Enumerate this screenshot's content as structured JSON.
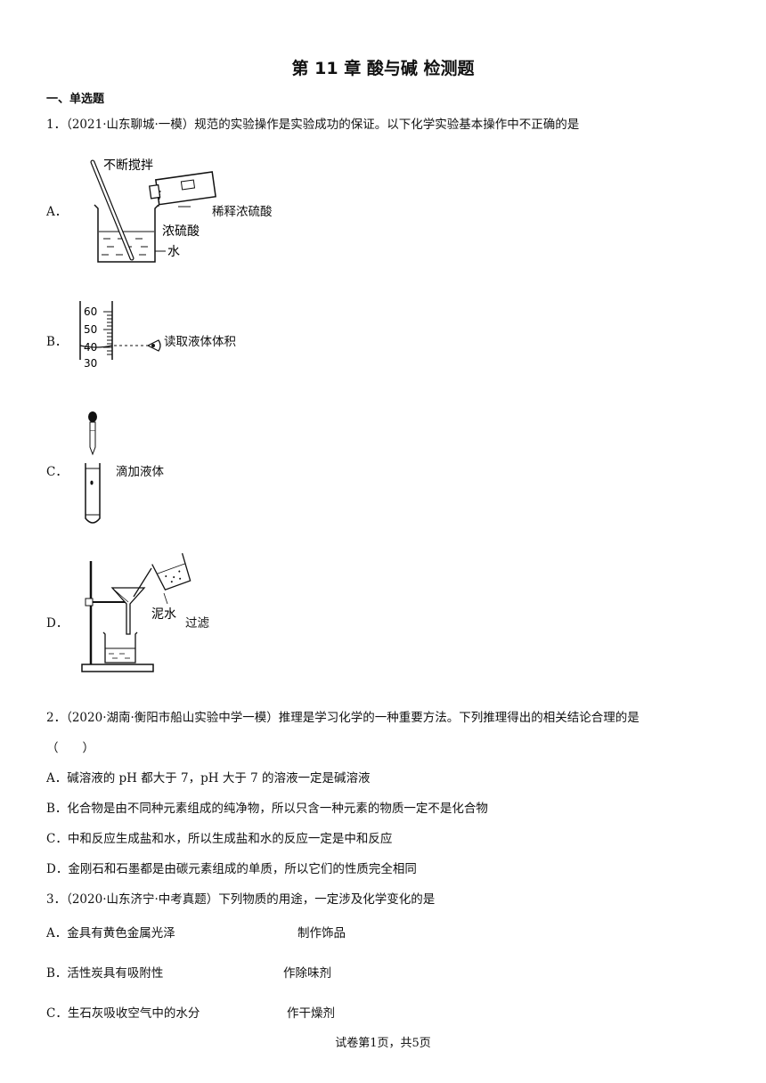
{
  "title": "第 11 章  酸与碱  检测题",
  "section_one": "一、单选题",
  "q1": {
    "stem": "1．（2021·山东聊城·一模）规范的实验操作是实验成功的保证。以下化学实验基本操作中不正确的是",
    "options": [
      {
        "letter": "A．",
        "caption": "稀释浓硫酸",
        "fig_labels": [
          "不断搅拌",
          "浓硫酸",
          "水"
        ]
      },
      {
        "letter": "B．",
        "caption": "读取液体体积",
        "fig_labels": [
          "60",
          "50",
          "40",
          "30"
        ]
      },
      {
        "letter": "C．",
        "caption": "滴加液体"
      },
      {
        "letter": "D．",
        "caption": "过滤",
        "fig_labels": [
          "泥水"
        ]
      }
    ]
  },
  "q2": {
    "stem": "2．（2020·湖南·衡阳市船山实验中学一模）推理是学习化学的一种重要方法。下列推理得出的相关结论合理的是",
    "bracket": "（　　）",
    "options": [
      "A．碱溶液的 pH 都大于 7，pH 大于 7 的溶液一定是碱溶液",
      "B．化合物是由不同种元素组成的纯净物，所以只含一种元素的物质一定不是化合物",
      "C．中和反应生成盐和水，所以生成盐和水的反应一定是中和反应",
      "D．金刚石和石墨都是由碳元素组成的单质，所以它们的性质完全相同"
    ]
  },
  "q3": {
    "stem": "3．（2020·山东济宁·中考真题）下列物质的用途，一定涉及化学变化的是",
    "options": [
      {
        "property": "A．金具有黄色金属光泽",
        "use": "制作饰品"
      },
      {
        "property": "B．活性炭具有吸附性",
        "use": "作除味剂"
      },
      {
        "property": "C．生石灰吸收空气中的水分",
        "use": "作干燥剂"
      }
    ]
  },
  "footer": "试卷第1页，共5页"
}
